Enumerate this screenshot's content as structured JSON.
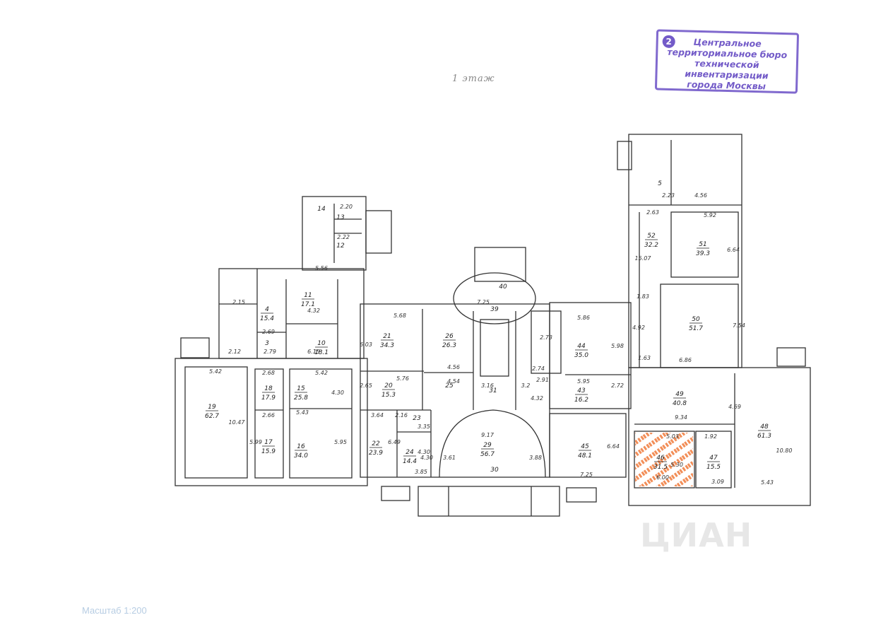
{
  "stamp": {
    "number": "2",
    "lines": [
      "Центральное",
      "территориальное бюро",
      "технической инвентаризации",
      "города Москвы"
    ]
  },
  "floor_title": "1 этаж",
  "scale_text": "Масштаб 1:200",
  "watermark": "ЦИАН",
  "highlight_color": "#f07a3a",
  "stamp_color": "#5b3fbf",
  "rooms": [
    {
      "no": "19",
      "area": "62.7"
    },
    {
      "no": "18",
      "area": "17.9"
    },
    {
      "no": "17",
      "area": "15.9"
    },
    {
      "no": "15",
      "area": "25.8"
    },
    {
      "no": "16",
      "area": "34.0"
    },
    {
      "no": "4",
      "area": "15.4"
    },
    {
      "no": "3",
      "area": ""
    },
    {
      "no": "11",
      "area": "17.1"
    },
    {
      "no": "10",
      "area": "18.1"
    },
    {
      "no": "12",
      "area": ""
    },
    {
      "no": "13",
      "area": ""
    },
    {
      "no": "14",
      "area": ""
    },
    {
      "no": "21",
      "area": "34.3"
    },
    {
      "no": "20",
      "area": "15.3"
    },
    {
      "no": "22",
      "area": "23.9"
    },
    {
      "no": "23",
      "area": ""
    },
    {
      "no": "24",
      "area": "14.4"
    },
    {
      "no": "26",
      "area": "26.3"
    },
    {
      "no": "25",
      "area": ""
    },
    {
      "no": "31",
      "area": ""
    },
    {
      "no": "40",
      "area": ""
    },
    {
      "no": "39",
      "area": ""
    },
    {
      "no": "29",
      "area": "56.7"
    },
    {
      "no": "30",
      "area": ""
    },
    {
      "no": "44",
      "area": "35.0"
    },
    {
      "no": "43",
      "area": "16.2"
    },
    {
      "no": "45",
      "area": "48.1"
    },
    {
      "no": "46",
      "area": "31.5"
    },
    {
      "no": "47",
      "area": "15.5"
    },
    {
      "no": "49",
      "area": "40.8"
    },
    {
      "no": "48",
      "area": "61.3"
    },
    {
      "no": "50",
      "area": "51.7"
    },
    {
      "no": "51",
      "area": "39.3"
    },
    {
      "no": "52",
      "area": "32.2"
    },
    {
      "no": "5",
      "area": ""
    }
  ],
  "dimensions": [
    "5.42",
    "10.47",
    "2.68",
    "2.66",
    "5.99",
    "5.43",
    "5.42",
    "5.95",
    "4.30",
    "2.15",
    "2.69",
    "2.79",
    "2.12",
    "4.32",
    "6.15",
    "5.56",
    "2.20",
    "2.22",
    "5.68",
    "6.03",
    "5.76",
    "2.65",
    "3.64",
    "6.49",
    "3.35",
    "4.30",
    "3.85",
    "4.56",
    "4.54",
    "2.16",
    "4.30",
    "3.16",
    "3.2",
    "7.25",
    "9.17",
    "3.61",
    "3.88",
    "5.86",
    "5.98",
    "5.95",
    "2.72",
    "4.32",
    "7.25",
    "6.64",
    "2.63",
    "5.92",
    "15.07",
    "6.64",
    "1.83",
    "4.92",
    "7.54",
    "6.86",
    "1.63",
    "9.34",
    "4.69",
    "5.03",
    "1.92",
    "5.30",
    "3.09",
    "6.00",
    "5.43",
    "10.80",
    "4.56",
    "2.23",
    "2.91",
    "2.74",
    "2.73"
  ]
}
